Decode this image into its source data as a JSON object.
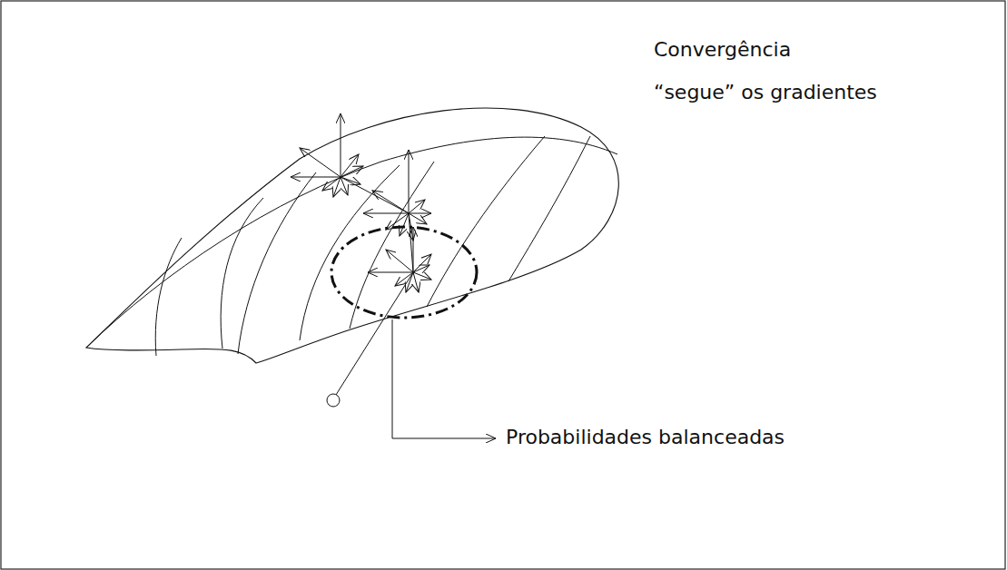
{
  "diagram": {
    "labels": [
      "Convergência",
      "“segue” os gradientes",
      "Probabilidades balanceadas"
    ]
  }
}
